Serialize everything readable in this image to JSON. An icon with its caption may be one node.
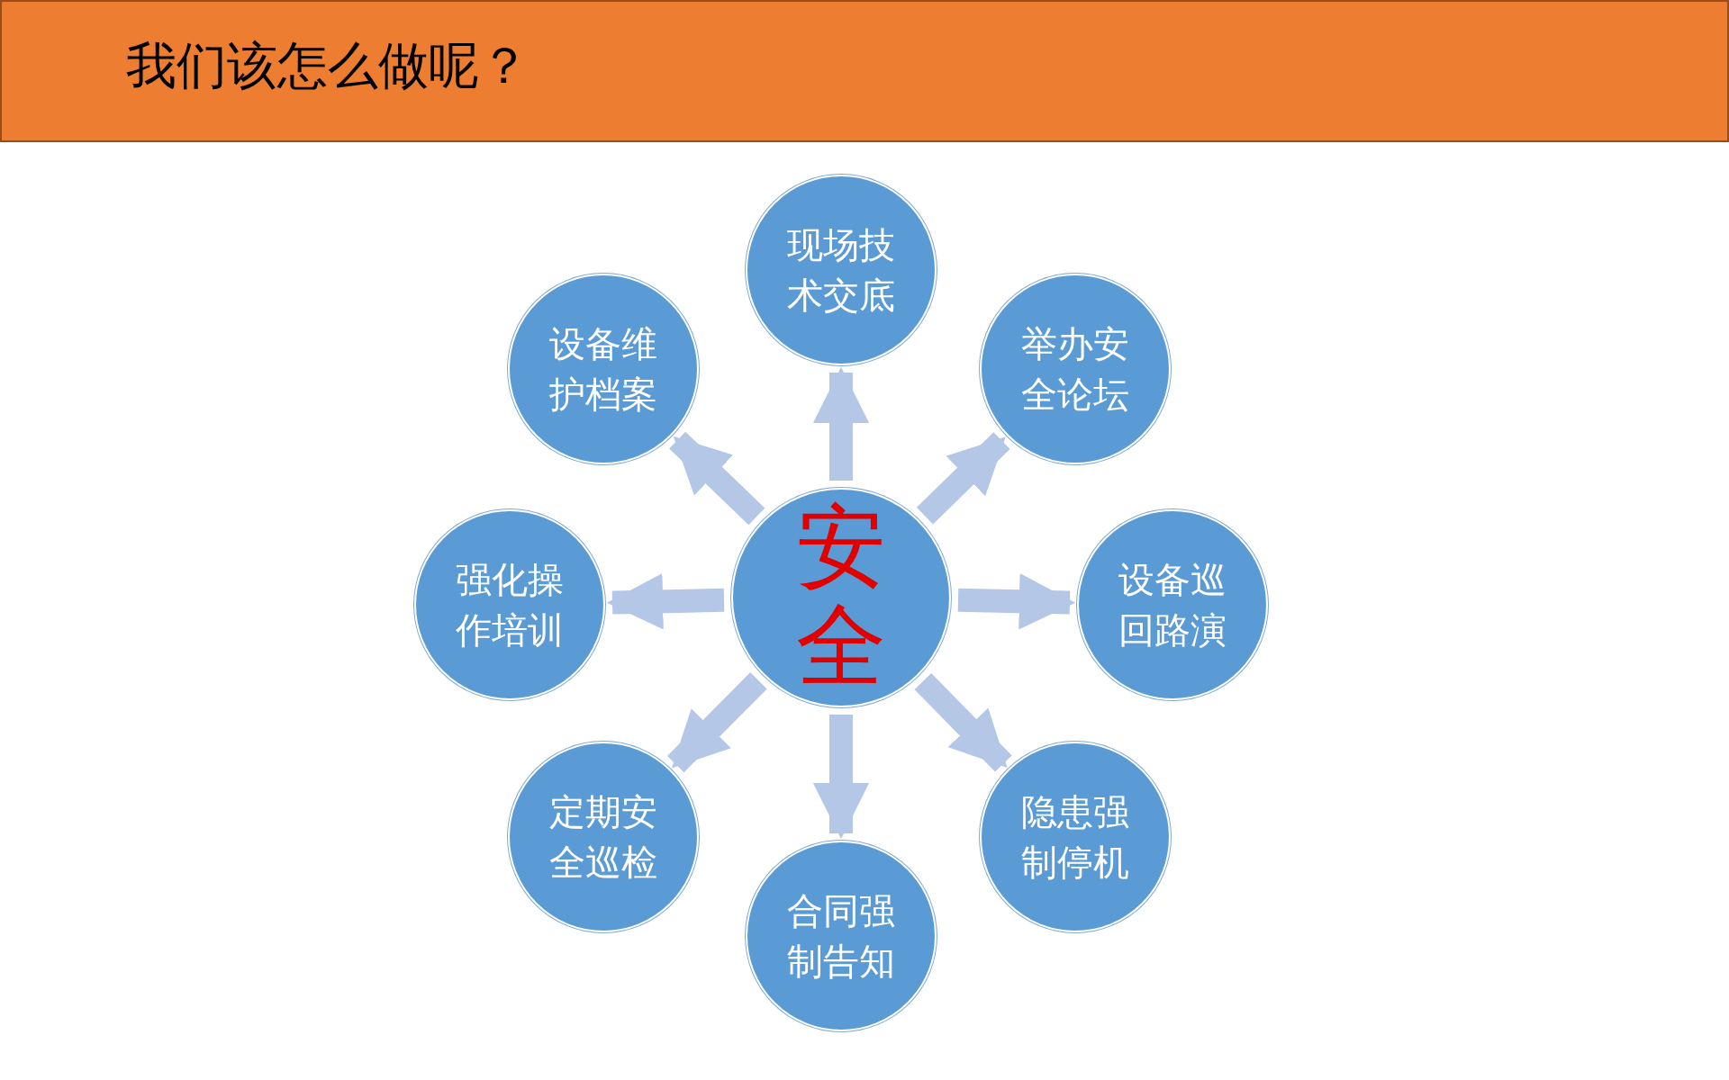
{
  "diagram": {
    "title": "我们该怎么做呢？",
    "nodes": [
      {
        "text": [
          "安全"
        ]
      },
      {
        "text": [
          "现场技术交底"
        ]
      },
      {
        "text": [
          "举办安全论坛"
        ]
      },
      {
        "text": [
          "设备巡回路演"
        ]
      },
      {
        "text": [
          "隐患强制停机"
        ]
      },
      {
        "text": [
          "合同强制告知"
        ]
      },
      {
        "text": [
          "定期安全巡检"
        ]
      },
      {
        "text": [
          "强化操作培训"
        ]
      },
      {
        "text": [
          "设备维护档案"
        ]
      }
    ],
    "edges": [
      {
        "from": 0,
        "to": 1,
        "arrow": "to"
      },
      {
        "from": 0,
        "to": 2,
        "arrow": "to"
      },
      {
        "from": 0,
        "to": 3,
        "arrow": "to"
      },
      {
        "from": 0,
        "to": 4,
        "arrow": "to"
      },
      {
        "from": 0,
        "to": 5,
        "arrow": "to"
      },
      {
        "from": 0,
        "to": 6,
        "arrow": "to"
      },
      {
        "from": 0,
        "to": 7,
        "arrow": "to"
      },
      {
        "from": 0,
        "to": 8,
        "arrow": "to"
      }
    ]
  }
}
